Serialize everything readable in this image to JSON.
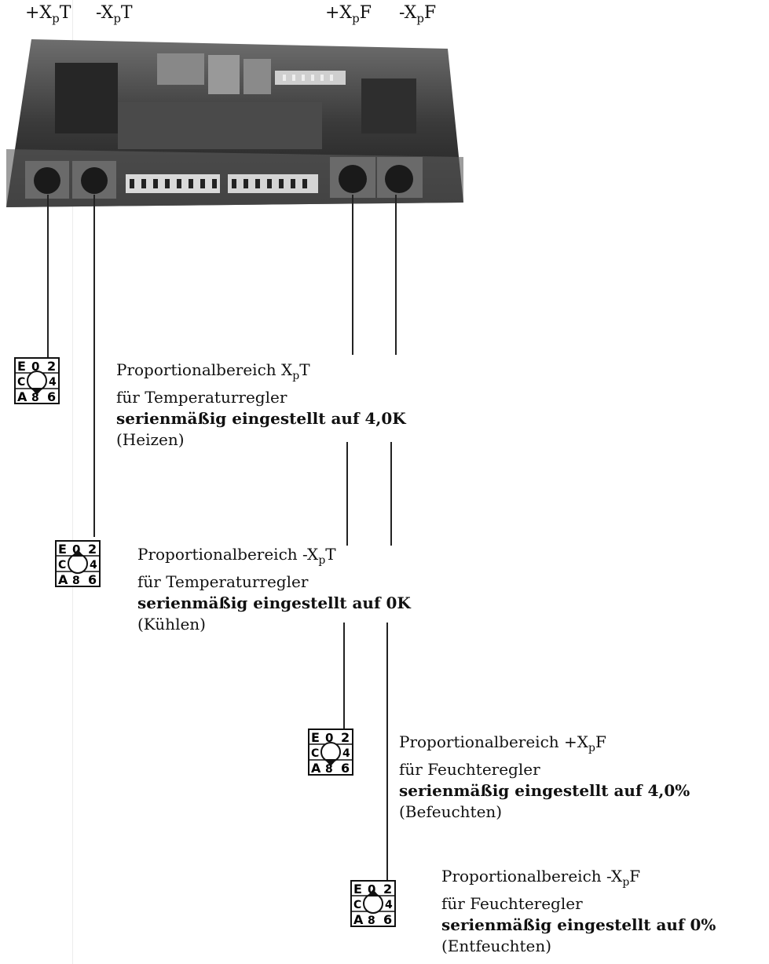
{
  "top_labels": [
    {
      "prefix": "+X",
      "sub": "p",
      "suffix": "T"
    },
    {
      "prefix": "-X",
      "sub": "p",
      "suffix": "T"
    },
    {
      "prefix": "+X",
      "sub": "p",
      "suffix": "F"
    },
    {
      "prefix": "-X",
      "sub": "p",
      "suffix": "F"
    }
  ],
  "switch_legend": {
    "e": "E",
    "zero": "0",
    "two": "2",
    "c": "C",
    "four": "4",
    "a": "A",
    "eight": "8",
    "six": "6"
  },
  "blocks": [
    {
      "title_pre": "Proportionalbereich ",
      "title_x": "X",
      "title_sub": "p",
      "title_suf": "T",
      "line2": "für Temperaturregler",
      "line3": "serienmäßig eingestellt auf 4,0K",
      "line4": "(Heizen)"
    },
    {
      "title_pre": "Proportionalbereich ",
      "title_x": "-X",
      "title_sub": "p",
      "title_suf": "T",
      "line2": "für Temperaturregler",
      "line3": "serienmäßig eingestellt auf 0K",
      "line4": "(Kühlen)"
    },
    {
      "title_pre": "Proportionalbereich ",
      "title_x": "+X",
      "title_sub": "p",
      "title_suf": "F",
      "line2": "für Feuchteregler",
      "line3": "serienmäßig eingestellt auf 4,0%",
      "line4": "(Befeuchten)"
    },
    {
      "title_pre": "Proportionalbereich ",
      "title_x": "-X",
      "title_sub": "p",
      "title_suf": "F",
      "line2": "für Feuchteregler",
      "line3": "serienmäßig eingestellt auf 0%",
      "line4": "(Entfeuchten)"
    }
  ],
  "colors": {
    "ink": "#111111",
    "board_dark": "#2a2a2a",
    "board_mid": "#5a5a5a"
  }
}
